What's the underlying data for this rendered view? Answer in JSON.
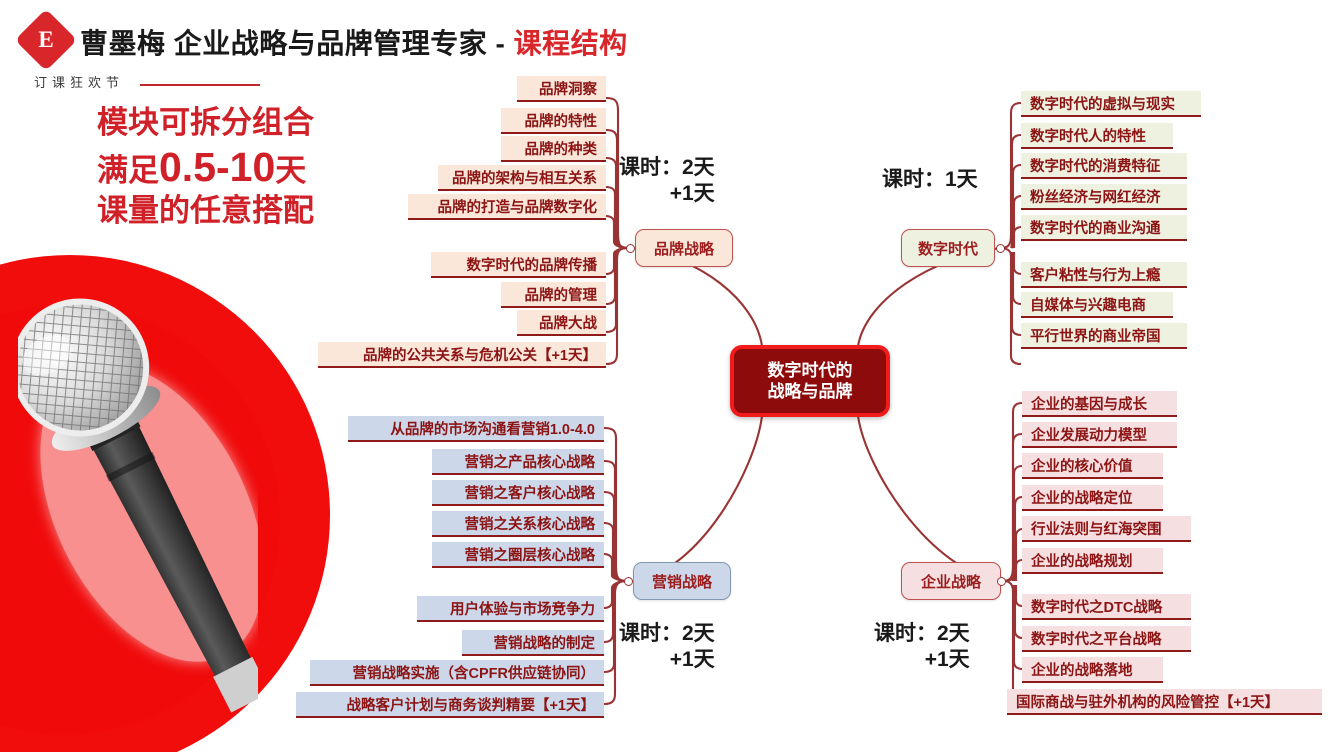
{
  "header": {
    "logo_glyph": "E",
    "title_main": "曹墨梅 企业战略与品牌管理专家",
    "title_sep": " - ",
    "title_accent": "课程结构",
    "subtitle": "订课狂欢节"
  },
  "slogan": {
    "line1": "模块可拆分组合",
    "line2_a": "满足",
    "line2_b": "0.5-10",
    "line2_c": "天",
    "line3": "课量的任意搭配"
  },
  "central": {
    "line1": "数字时代的",
    "line2": "战略与品牌"
  },
  "branches": [
    {
      "id": "brand-strategy",
      "label": "品牌战略",
      "side": "left",
      "color": "#fae7da",
      "hours_line1": "课时：2天",
      "hours_line2": "+1天",
      "leaves": [
        "品牌洞察",
        "品牌的特性",
        "品牌的种类",
        "品牌的架构与相互关系",
        "品牌的打造与品牌数字化",
        "数字时代的品牌传播",
        "品牌的管理",
        "品牌大战",
        "品牌的公共关系与危机公关【+1天】"
      ]
    },
    {
      "id": "marketing-strategy",
      "label": "营销战略",
      "side": "left",
      "color": "#ccd8ea",
      "hours_line1": "课时：2天",
      "hours_line2": "+1天",
      "leaves": [
        "从品牌的市场沟通看营销1.0-4.0",
        "营销之产品核心战略",
        "营销之客户核心战略",
        "营销之关系核心战略",
        "营销之圈层核心战略",
        "用户体验与市场竞争力",
        "营销战略的制定",
        "营销战略实施（含CPFR供应链协同）",
        "战略客户计划与商务谈判精要【+1天】"
      ]
    },
    {
      "id": "digital-age",
      "label": "数字时代",
      "side": "right",
      "color": "#eef0e0",
      "hours_line1": "课时：1天",
      "hours_line2": "",
      "leaves": [
        "数字时代的虚拟与现实",
        "数字时代人的特性",
        "数字时代的消费特征",
        "粉丝经济与网红经济",
        "数字时代的商业沟通",
        "客户粘性与行为上瘾",
        "自媒体与兴趣电商",
        "平行世界的商业帝国"
      ]
    },
    {
      "id": "enterprise-strategy",
      "label": "企业战略",
      "side": "right",
      "color": "#f6dfe1",
      "hours_line1": "课时：2天",
      "hours_line2": "+1天",
      "leaves": [
        "企业的基因与成长",
        "企业发展动力模型",
        "企业的核心价值",
        "企业的战略定位",
        "行业法则与红海突围",
        "企业的战略规划",
        "数字时代之DTC战略",
        "数字时代之平台战略",
        "企业的战略落地",
        "国际商战与驻外机构的风险管控【+1天】"
      ]
    }
  ],
  "colors": {
    "brand_red": "#d8262b",
    "deep_red": "#8d0b0b",
    "bright_red": "#f21b1b",
    "link": "#9a3334",
    "text_red": "#8c1414"
  }
}
